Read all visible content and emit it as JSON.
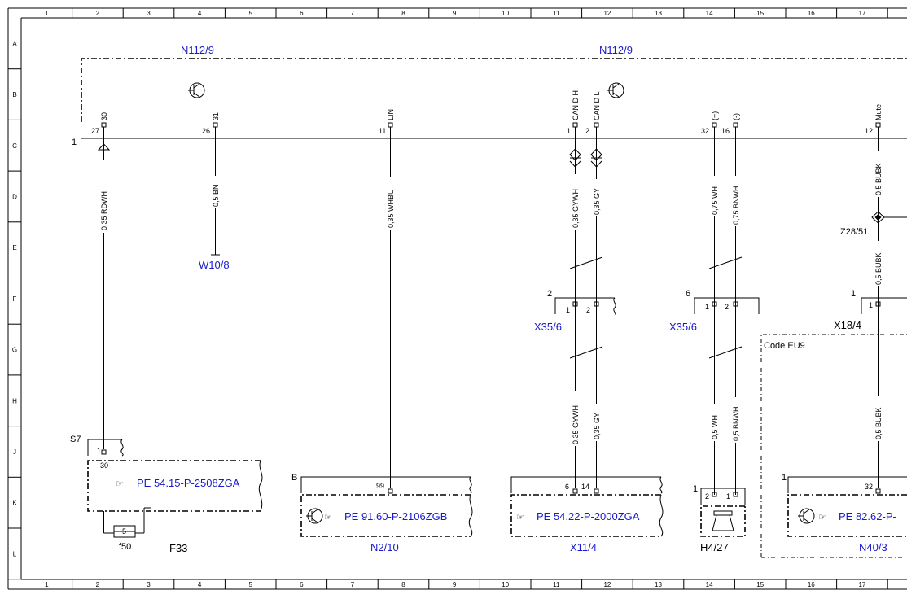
{
  "grid": {
    "cols": [
      "1",
      "2",
      "3",
      "4",
      "5",
      "6",
      "7",
      "8",
      "9",
      "10",
      "11",
      "12",
      "13",
      "14",
      "15",
      "16",
      "17"
    ],
    "rows": [
      "A",
      "B",
      "C",
      "D",
      "E",
      "F",
      "G",
      "H",
      "J",
      "K",
      "L"
    ]
  },
  "module": {
    "top_labels": [
      "N112/9",
      "N112/9"
    ],
    "connector": "1",
    "pins": [
      {
        "num": "27",
        "name": "30"
      },
      {
        "num": "26",
        "name": "31"
      },
      {
        "num": "11",
        "name": "LIN"
      },
      {
        "num": "1",
        "name": "CAN D H"
      },
      {
        "num": "2",
        "name": "CAN D L"
      },
      {
        "num": "32",
        "name": "(+)"
      },
      {
        "num": "16",
        "name": "(-)"
      },
      {
        "num": "12",
        "name": "Mute"
      }
    ]
  },
  "wires": {
    "w1": "0,35 RDWH",
    "w2": "0,5 BN",
    "w3": "0,35 WHBU",
    "w4a": "0,35 GYWH",
    "w5a": "0,35 GY",
    "w6a": "0,75 WH",
    "w7a": "0,75 BNWH",
    "w8a": "0,5 BUBK",
    "w8b": "0,5 BUBK",
    "w4b": "0,35 GYWH",
    "w5b": "0,35 GY",
    "w6b": "0,5 WH",
    "w7b": "0,5 BNWH",
    "w8c": "0,5 BUBK"
  },
  "labels": {
    "w10": "W10/8",
    "x35a": "X35/6",
    "x35b": "X35/6",
    "x18": "X18/4",
    "z28": "Z28/51",
    "code": "Code EU9",
    "s7": "S7",
    "f50": "f50",
    "f33": "F33",
    "b": "B",
    "n210": "N2/10",
    "x114": "X11/4",
    "h427": "H4/27",
    "n403": "N40/3"
  },
  "connectors": {
    "x35a_num": "2",
    "x35a_p1": "1",
    "x35a_p2": "2",
    "x35b_num": "6",
    "x35b_p1": "1",
    "x35b_p2": "2",
    "x18_num": "1",
    "x18_p1": "1",
    "s7_p1": "1",
    "s7_p30": "30",
    "f50_p": "5",
    "n210_pin": "99",
    "x114_p1": "6",
    "x114_p2": "14",
    "h427_num": "1",
    "h427_p1": "2",
    "h427_p2": "1",
    "n403_num": "1",
    "n403_pin": "32"
  },
  "refs": {
    "s7": "PE 54.15-P-2508ZGA",
    "n210": "PE 91.60-P-2106ZGB",
    "x114": "PE 54.22-P-2000ZGA",
    "n403": "PE 82.62-P-"
  }
}
